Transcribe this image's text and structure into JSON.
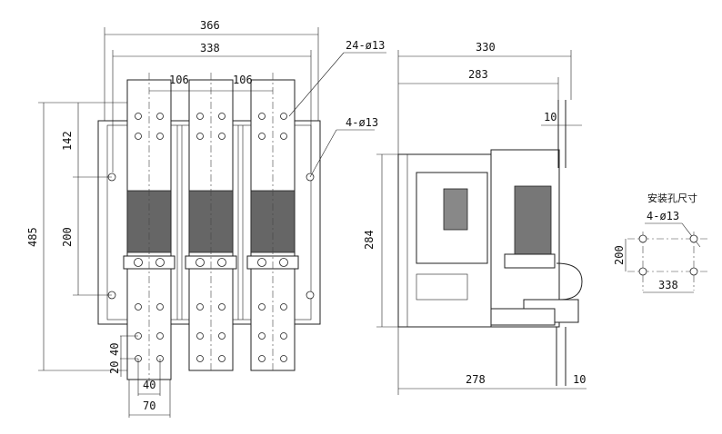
{
  "front_view": {
    "dim_total_width": "366",
    "dim_inner_width": "338",
    "dim_pole_pitch_left": "106",
    "dim_pole_pitch_right": "106",
    "label_busbar_holes": "24-ø13",
    "label_mount_holes": "4-ø13",
    "dim_top_offset": "142",
    "dim_mount_height": "200",
    "dim_total_height": "485",
    "dim_hole_pitch_v": "40",
    "dim_hole_edge": "20",
    "dim_hole_pitch_h": "40",
    "dim_busbar_width": "70"
  },
  "side_view": {
    "dim_total_depth": "330",
    "dim_depth_283": "283",
    "dim_top_10": "10",
    "dim_height": "284",
    "dim_base_depth": "278",
    "dim_bottom_10": "10"
  },
  "mounting_detail": {
    "title": "安装孔尺寸",
    "label_holes": "4-ø13",
    "dim_height": "200",
    "dim_width": "338"
  }
}
